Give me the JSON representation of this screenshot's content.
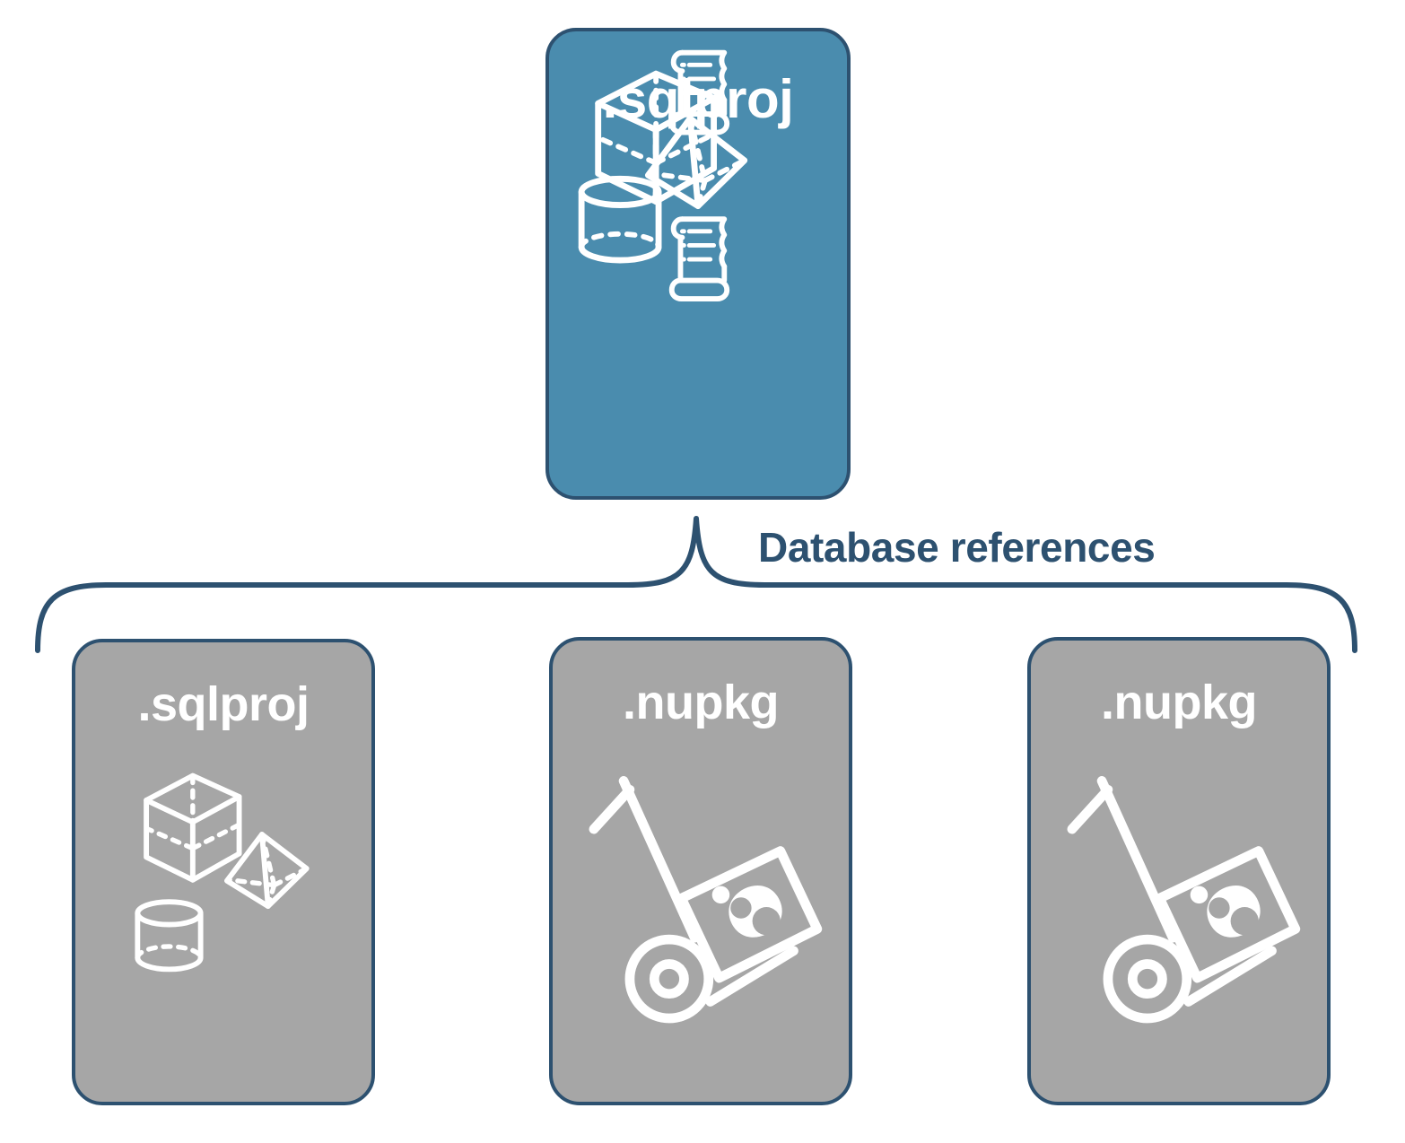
{
  "diagram": {
    "title": "Database references",
    "colors": {
      "root_fill": "#4a8cae",
      "reference_fill": "#a6a6a6",
      "stroke": "#2d5170",
      "icon": "#ffffff",
      "background": "#ffffff"
    },
    "connector": {
      "label": "Database references",
      "style": "curly-bracket",
      "direction": "one-to-many"
    },
    "root": {
      "label": ".sqlproj",
      "fill": "#4a8cae",
      "icons": [
        "cube-wireframe-icon",
        "pyramid-wireframe-icon",
        "cylinder-wireframe-icon",
        "scroll-script-icon",
        "scroll-script-icon"
      ]
    },
    "references": [
      {
        "label": ".sqlproj",
        "fill": "#a6a6a6",
        "icons": [
          "cube-wireframe-icon",
          "pyramid-wireframe-icon",
          "cylinder-wireframe-icon"
        ]
      },
      {
        "label": ".nupkg",
        "fill": "#a6a6a6",
        "icons": [
          "hand-truck-package-icon"
        ]
      },
      {
        "label": ".nupkg",
        "fill": "#a6a6a6",
        "icons": [
          "hand-truck-package-icon"
        ]
      }
    ]
  }
}
